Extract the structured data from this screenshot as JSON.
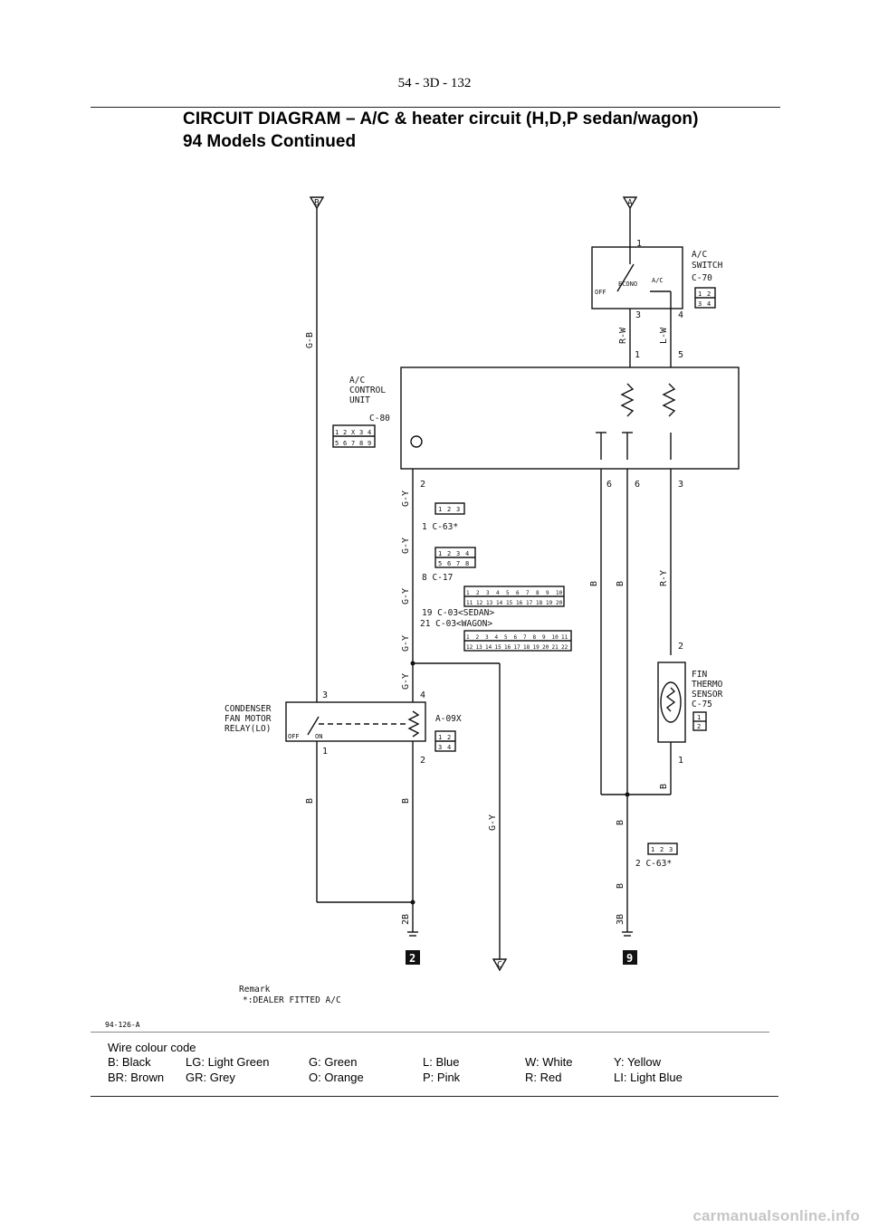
{
  "page": {
    "number": "54 - 3D - 132",
    "title_line1": "CIRCUIT DIAGRAM – A/C & heater circuit (H,D,P sedan/wagon)",
    "title_line2": "94 Models Continued"
  },
  "diagram": {
    "connectors_top": {
      "left": "B",
      "right": "A",
      "bottom_c": "C"
    },
    "ac_switch": {
      "l1": "A/C",
      "l2": "SWITCH",
      "l3": "C-70",
      "econo": "ECONO",
      "ac": "A/C",
      "off": "OFF",
      "pin1": "1",
      "pin3": "3",
      "pin4": "4",
      "pins_row1": [
        "1",
        "2"
      ],
      "pins_row2": [
        "3",
        "4"
      ]
    },
    "control_unit": {
      "l1": "A/C",
      "l2": "CONTROL",
      "l3": "UNIT",
      "code": "C-80",
      "pin1": "1",
      "pin5": "5",
      "pin2": "2",
      "pin6a": "6",
      "pin6b": "6",
      "pin3": "3",
      "pins_row1": [
        "1",
        "2",
        "X",
        "3",
        "4"
      ],
      "pins_row2": [
        "5",
        "6",
        "7",
        "8",
        "9"
      ]
    },
    "connectors": {
      "c63_1": "1  C-63*",
      "c17": "8  C-17",
      "c03_sedan": "19  C-03<SEDAN>",
      "c03_wagon": "21  C-03<WAGON>",
      "c63_2": "2  C-63*",
      "c63_pins": [
        "1",
        "2",
        "3"
      ],
      "c17_row1": [
        "1",
        "2",
        "3",
        "4"
      ],
      "c17_row2": [
        "5",
        "6",
        "7",
        "8"
      ],
      "c03_row1": [
        "1",
        "2",
        "3",
        "4",
        "5",
        "6",
        "7",
        "8",
        "9",
        "10"
      ],
      "c03_row2": [
        "11",
        "12",
        "13",
        "14",
        "15",
        "16",
        "17",
        "18",
        "19",
        "20"
      ],
      "c03w_row1": [
        "1",
        "2",
        "3",
        "4",
        "5",
        "6",
        "7",
        "8",
        "9",
        "10",
        "11"
      ],
      "c03w_row2": [
        "12",
        "13",
        "14",
        "15",
        "16",
        "17",
        "18",
        "19",
        "20",
        "21",
        "22"
      ]
    },
    "relay": {
      "l1": "CONDENSER",
      "l2": "FAN MOTOR",
      "l3": "RELAY(LO)",
      "off": "OFF",
      "on": "ON",
      "code": "A-09X",
      "pin3": "3",
      "pin4": "4",
      "pin1": "1",
      "pin2": "2",
      "pins_row1": [
        "1",
        "2"
      ],
      "pins_row2": [
        "3",
        "4"
      ]
    },
    "fin_sensor": {
      "l1": "FIN",
      "l2": "THERMO",
      "l3": "SENSOR",
      "code": "C-75",
      "pin2": "2",
      "pin1": "1",
      "pins": [
        "1",
        "2"
      ]
    },
    "wires": {
      "gb": "G-B",
      "rw": "R-W",
      "lw": "L-W",
      "gy": "G-Y",
      "b": "B",
      "ry": "R-Y"
    },
    "grounds": {
      "g2b": "2B",
      "g3b": "3B",
      "mark2": "2",
      "mark9": "9"
    }
  },
  "remark": {
    "title": "Remark",
    "text": "*:DEALER FITTED A/C"
  },
  "figure_id": "94-126-A",
  "legend": {
    "title": "Wire colour code",
    "row1": [
      "B: Black",
      "LG: Light Green",
      "G: Green",
      "L: Blue",
      "W: White",
      "Y: Yellow"
    ],
    "row2": [
      "BR: Brown",
      "GR: Grey",
      "O: Orange",
      "P: Pink",
      "R: Red",
      "LI: Light Blue"
    ]
  },
  "footer": "carmanualsonline.info"
}
